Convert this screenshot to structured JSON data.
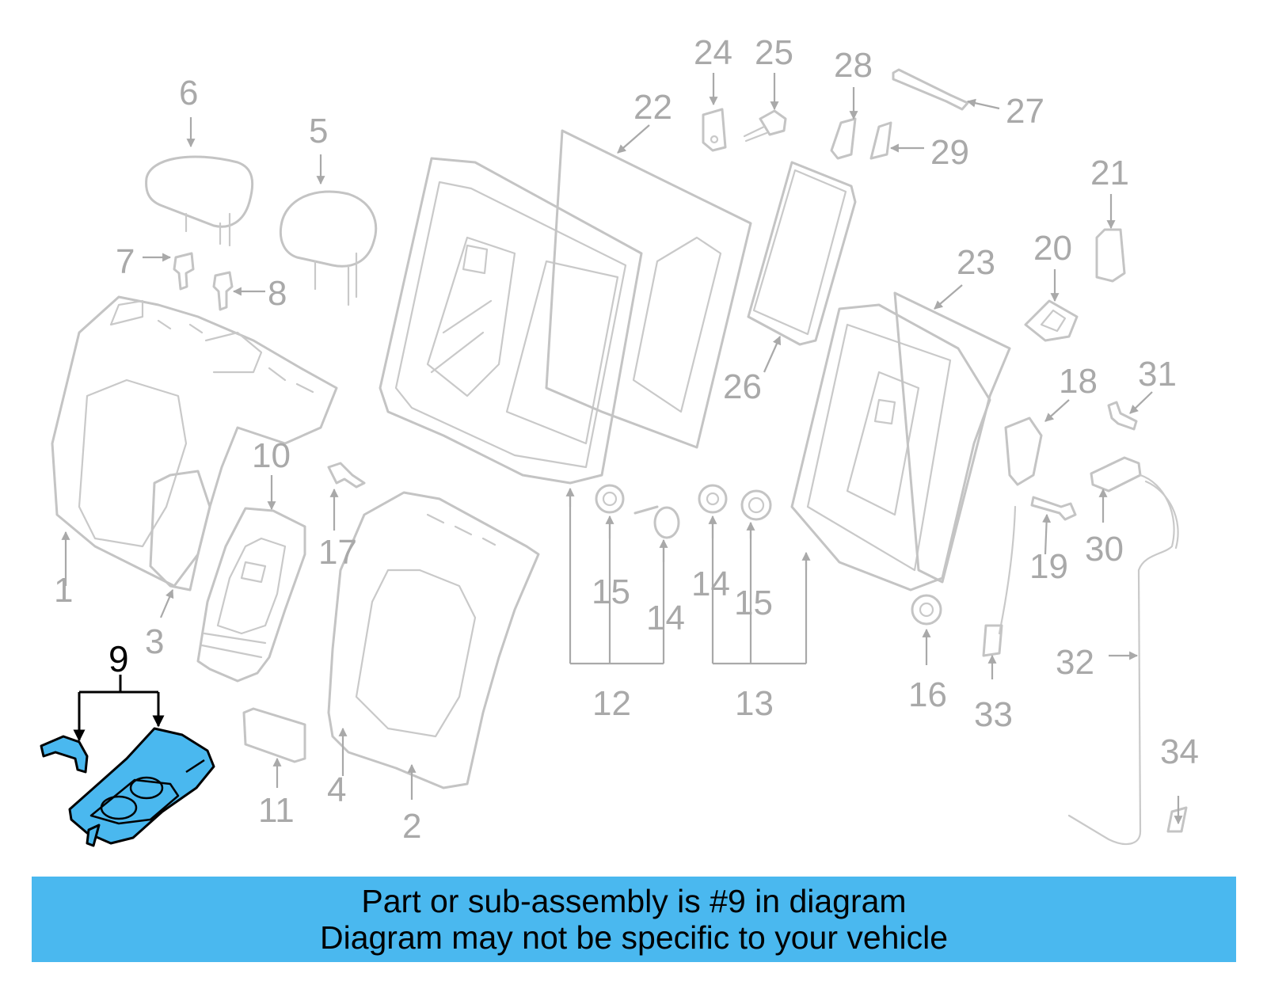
{
  "highlight_color": "#4ab8ef",
  "part_color": "#c4c4c4",
  "callouts": {
    "c1": "1",
    "c2": "2",
    "c3": "3",
    "c4": "4",
    "c5": "5",
    "c6": "6",
    "c7": "7",
    "c8": "8",
    "c9": "9",
    "c10": "10",
    "c11": "11",
    "c12": "12",
    "c13": "13",
    "c14a": "14",
    "c14b": "14",
    "c15a": "15",
    "c15b": "15",
    "c16": "16",
    "c17": "17",
    "c18": "18",
    "c19": "19",
    "c20": "20",
    "c21": "21",
    "c22": "22",
    "c23": "23",
    "c24": "24",
    "c25": "25",
    "c26": "26",
    "c27": "27",
    "c28": "28",
    "c29": "29",
    "c30": "30",
    "c31": "31",
    "c32": "32",
    "c33": "33",
    "c34": "34"
  },
  "banner": {
    "line1": "Part or sub-assembly is #9 in diagram",
    "line2": "Diagram may not be specific to your vehicle",
    "background": "#4ab8ef"
  }
}
